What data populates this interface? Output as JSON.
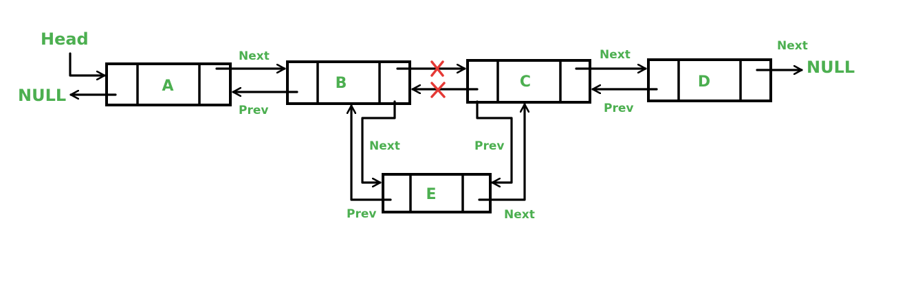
{
  "diagram": {
    "title": "",
    "colors": {
      "stroke": "#000000",
      "label": "#4caf50",
      "cross": "#e53935",
      "background": "#ffffff"
    },
    "nodes": [
      {
        "id": "A",
        "label": "A"
      },
      {
        "id": "B",
        "label": "B"
      },
      {
        "id": "C",
        "label": "C"
      },
      {
        "id": "D",
        "label": "D"
      },
      {
        "id": "E",
        "label": "E"
      }
    ],
    "labels": {
      "head": "Head",
      "null_left": "NULL",
      "null_right": "NULL",
      "a_b_next": "Next",
      "a_b_prev": "Prev",
      "c_d_next": "Next",
      "c_d_prev": "Prev",
      "d_next": "Next",
      "b_e_next": "Next",
      "c_e_prev": "Prev",
      "e_b_prev": "Prev",
      "e_c_next": "Next"
    },
    "edges": [
      {
        "from": "Head",
        "to": "A",
        "type": "pointer"
      },
      {
        "from": "A",
        "to": "NULL",
        "type": "prev"
      },
      {
        "from": "A",
        "to": "B",
        "type": "next"
      },
      {
        "from": "B",
        "to": "A",
        "type": "prev"
      },
      {
        "from": "B",
        "to": "C",
        "type": "next",
        "removed": true
      },
      {
        "from": "C",
        "to": "B",
        "type": "prev",
        "removed": true
      },
      {
        "from": "B",
        "to": "E",
        "type": "next"
      },
      {
        "from": "E",
        "to": "B",
        "type": "prev"
      },
      {
        "from": "C",
        "to": "E",
        "type": "prev"
      },
      {
        "from": "E",
        "to": "C",
        "type": "next"
      },
      {
        "from": "C",
        "to": "D",
        "type": "next"
      },
      {
        "from": "D",
        "to": "C",
        "type": "prev"
      },
      {
        "from": "D",
        "to": "NULL",
        "type": "next"
      }
    ],
    "icons": {
      "removed_link": "cross-icon"
    }
  }
}
